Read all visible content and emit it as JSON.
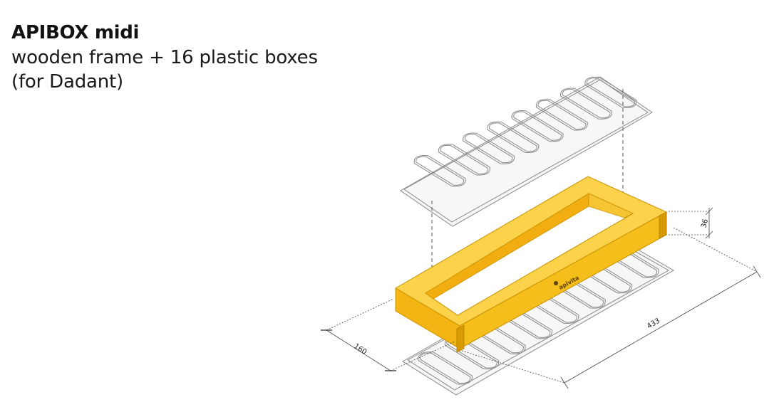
{
  "heading": {
    "title": "APIBOX midi",
    "line1": "wooden frame + 16 plastic boxes",
    "line2": "(for Dadant)"
  },
  "dimensions": {
    "length": "433",
    "width": "160",
    "height": "36"
  },
  "frame_logo": "apivita",
  "colors": {
    "frame_face": "#f6be1b",
    "frame_top": "#fbd24a",
    "frame_outline": "#c89200",
    "tray_line": "#8a8a8a"
  }
}
